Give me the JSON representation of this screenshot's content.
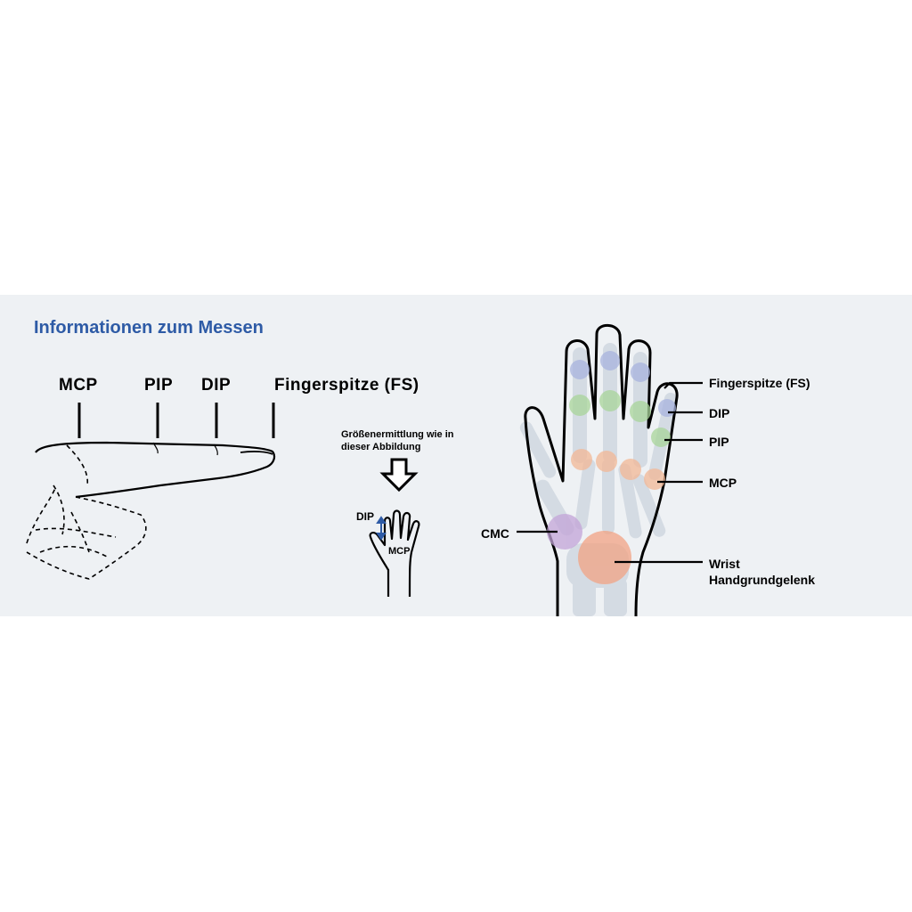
{
  "header": {
    "title": "Informationen zum Messen"
  },
  "finger_side": {
    "labels": [
      "MCP",
      "PIP",
      "DIP",
      "Fingerspitze (FS)"
    ]
  },
  "instruction": {
    "text_line1": "Größenermittlung wie in",
    "text_line2": "dieser Abbildung",
    "mini_labels": [
      "DIP",
      "MCP"
    ]
  },
  "hand_xray": {
    "labels": {
      "fingertip": "Fingerspitze (FS)",
      "dip": "DIP",
      "pip": "PIP",
      "mcp": "MCP",
      "cmc": "CMC",
      "wrist_en": "Wrist",
      "wrist_de": "Handgrundgelenk"
    },
    "joint_colors": {
      "fingertip": "#a9b4de",
      "dip": "#a9d59a",
      "mcp": "#f3b896",
      "cmc": "#c3a4d8",
      "wrist": "#f2a384"
    }
  }
}
